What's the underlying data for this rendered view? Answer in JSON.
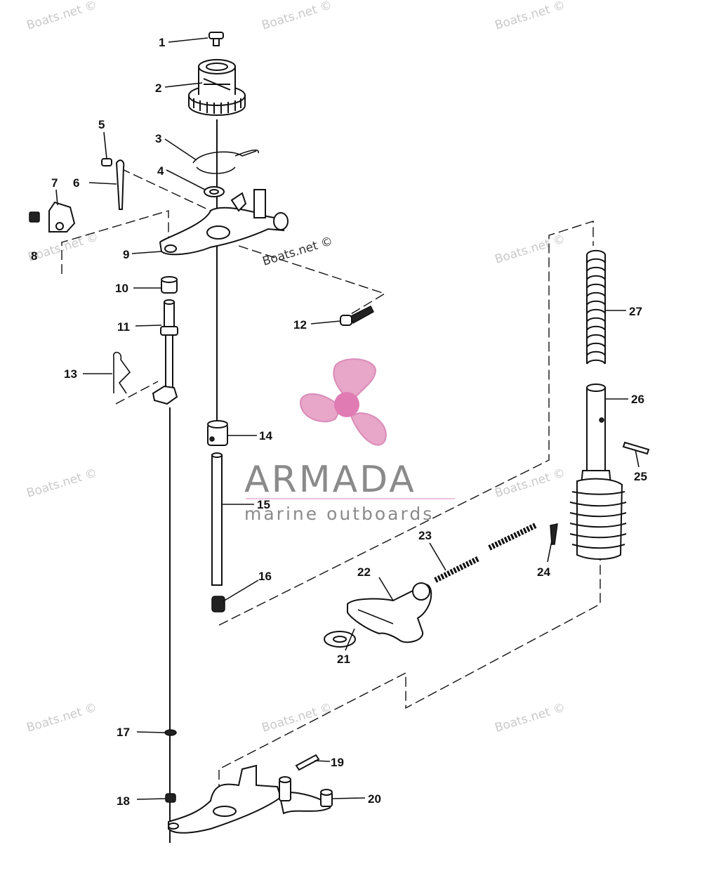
{
  "watermark": {
    "text": "Boats.net ©"
  },
  "brand": {
    "name": "ARMADA",
    "tagline": "marine outboards",
    "colors": {
      "logo": "#e8a6c8",
      "logo_hub": "#e07bb4",
      "text": "#8a8a8a"
    }
  },
  "callouts": [
    "1",
    "2",
    "3",
    "4",
    "5",
    "6",
    "7",
    "8",
    "9",
    "10",
    "11",
    "12",
    "13",
    "14",
    "15",
    "16",
    "17",
    "18",
    "19",
    "20",
    "21",
    "22",
    "23",
    "24",
    "25",
    "26",
    "27"
  ]
}
